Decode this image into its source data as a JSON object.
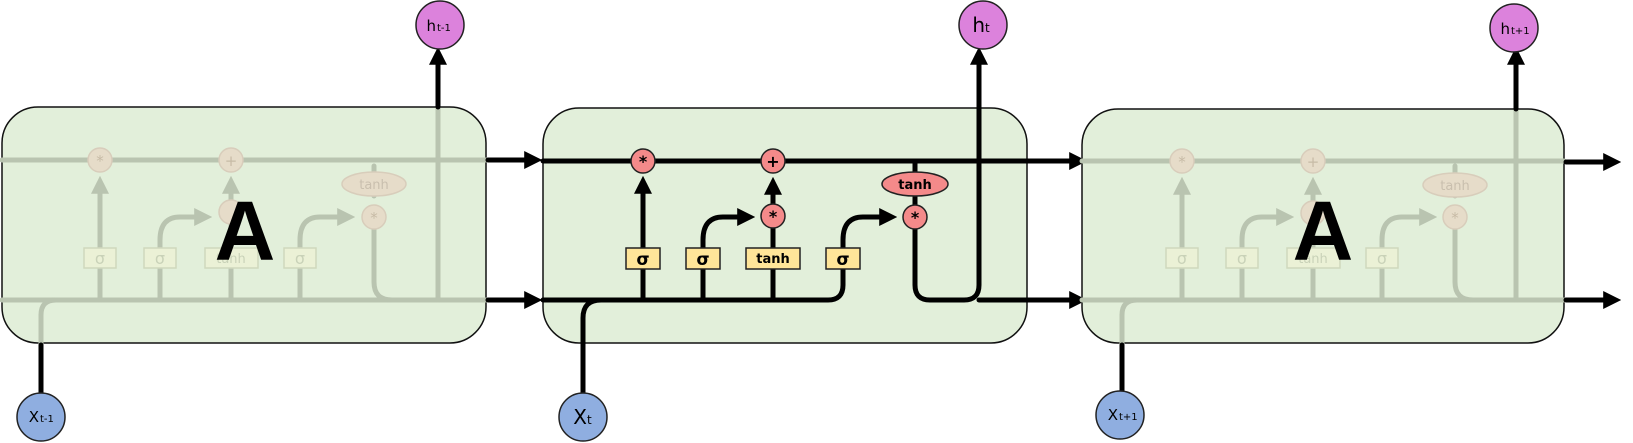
{
  "cells": {
    "center_label": "A",
    "ops": {
      "multiply": "*",
      "add": "+",
      "tanh": "tanh"
    },
    "gates": {
      "sigma": "σ",
      "tanh": "tanh"
    }
  },
  "nodes": {
    "h_prev": {
      "main": "h",
      "sub": "t-1"
    },
    "h_curr": {
      "main": "h",
      "sub": "t"
    },
    "h_next": {
      "main": "h",
      "sub": "t+1"
    },
    "x_prev": {
      "main": "X",
      "sub": "t-1"
    },
    "x_curr": {
      "main": "X",
      "sub": "t"
    },
    "x_next": {
      "main": "X",
      "sub": "t+1"
    }
  },
  "colors": {
    "cell_fill": "#e2efda",
    "op_fill": "#f48a8a",
    "gate_fill": "#ffe599",
    "h_fill": "#dc82dc",
    "x_fill": "#8faee0"
  }
}
